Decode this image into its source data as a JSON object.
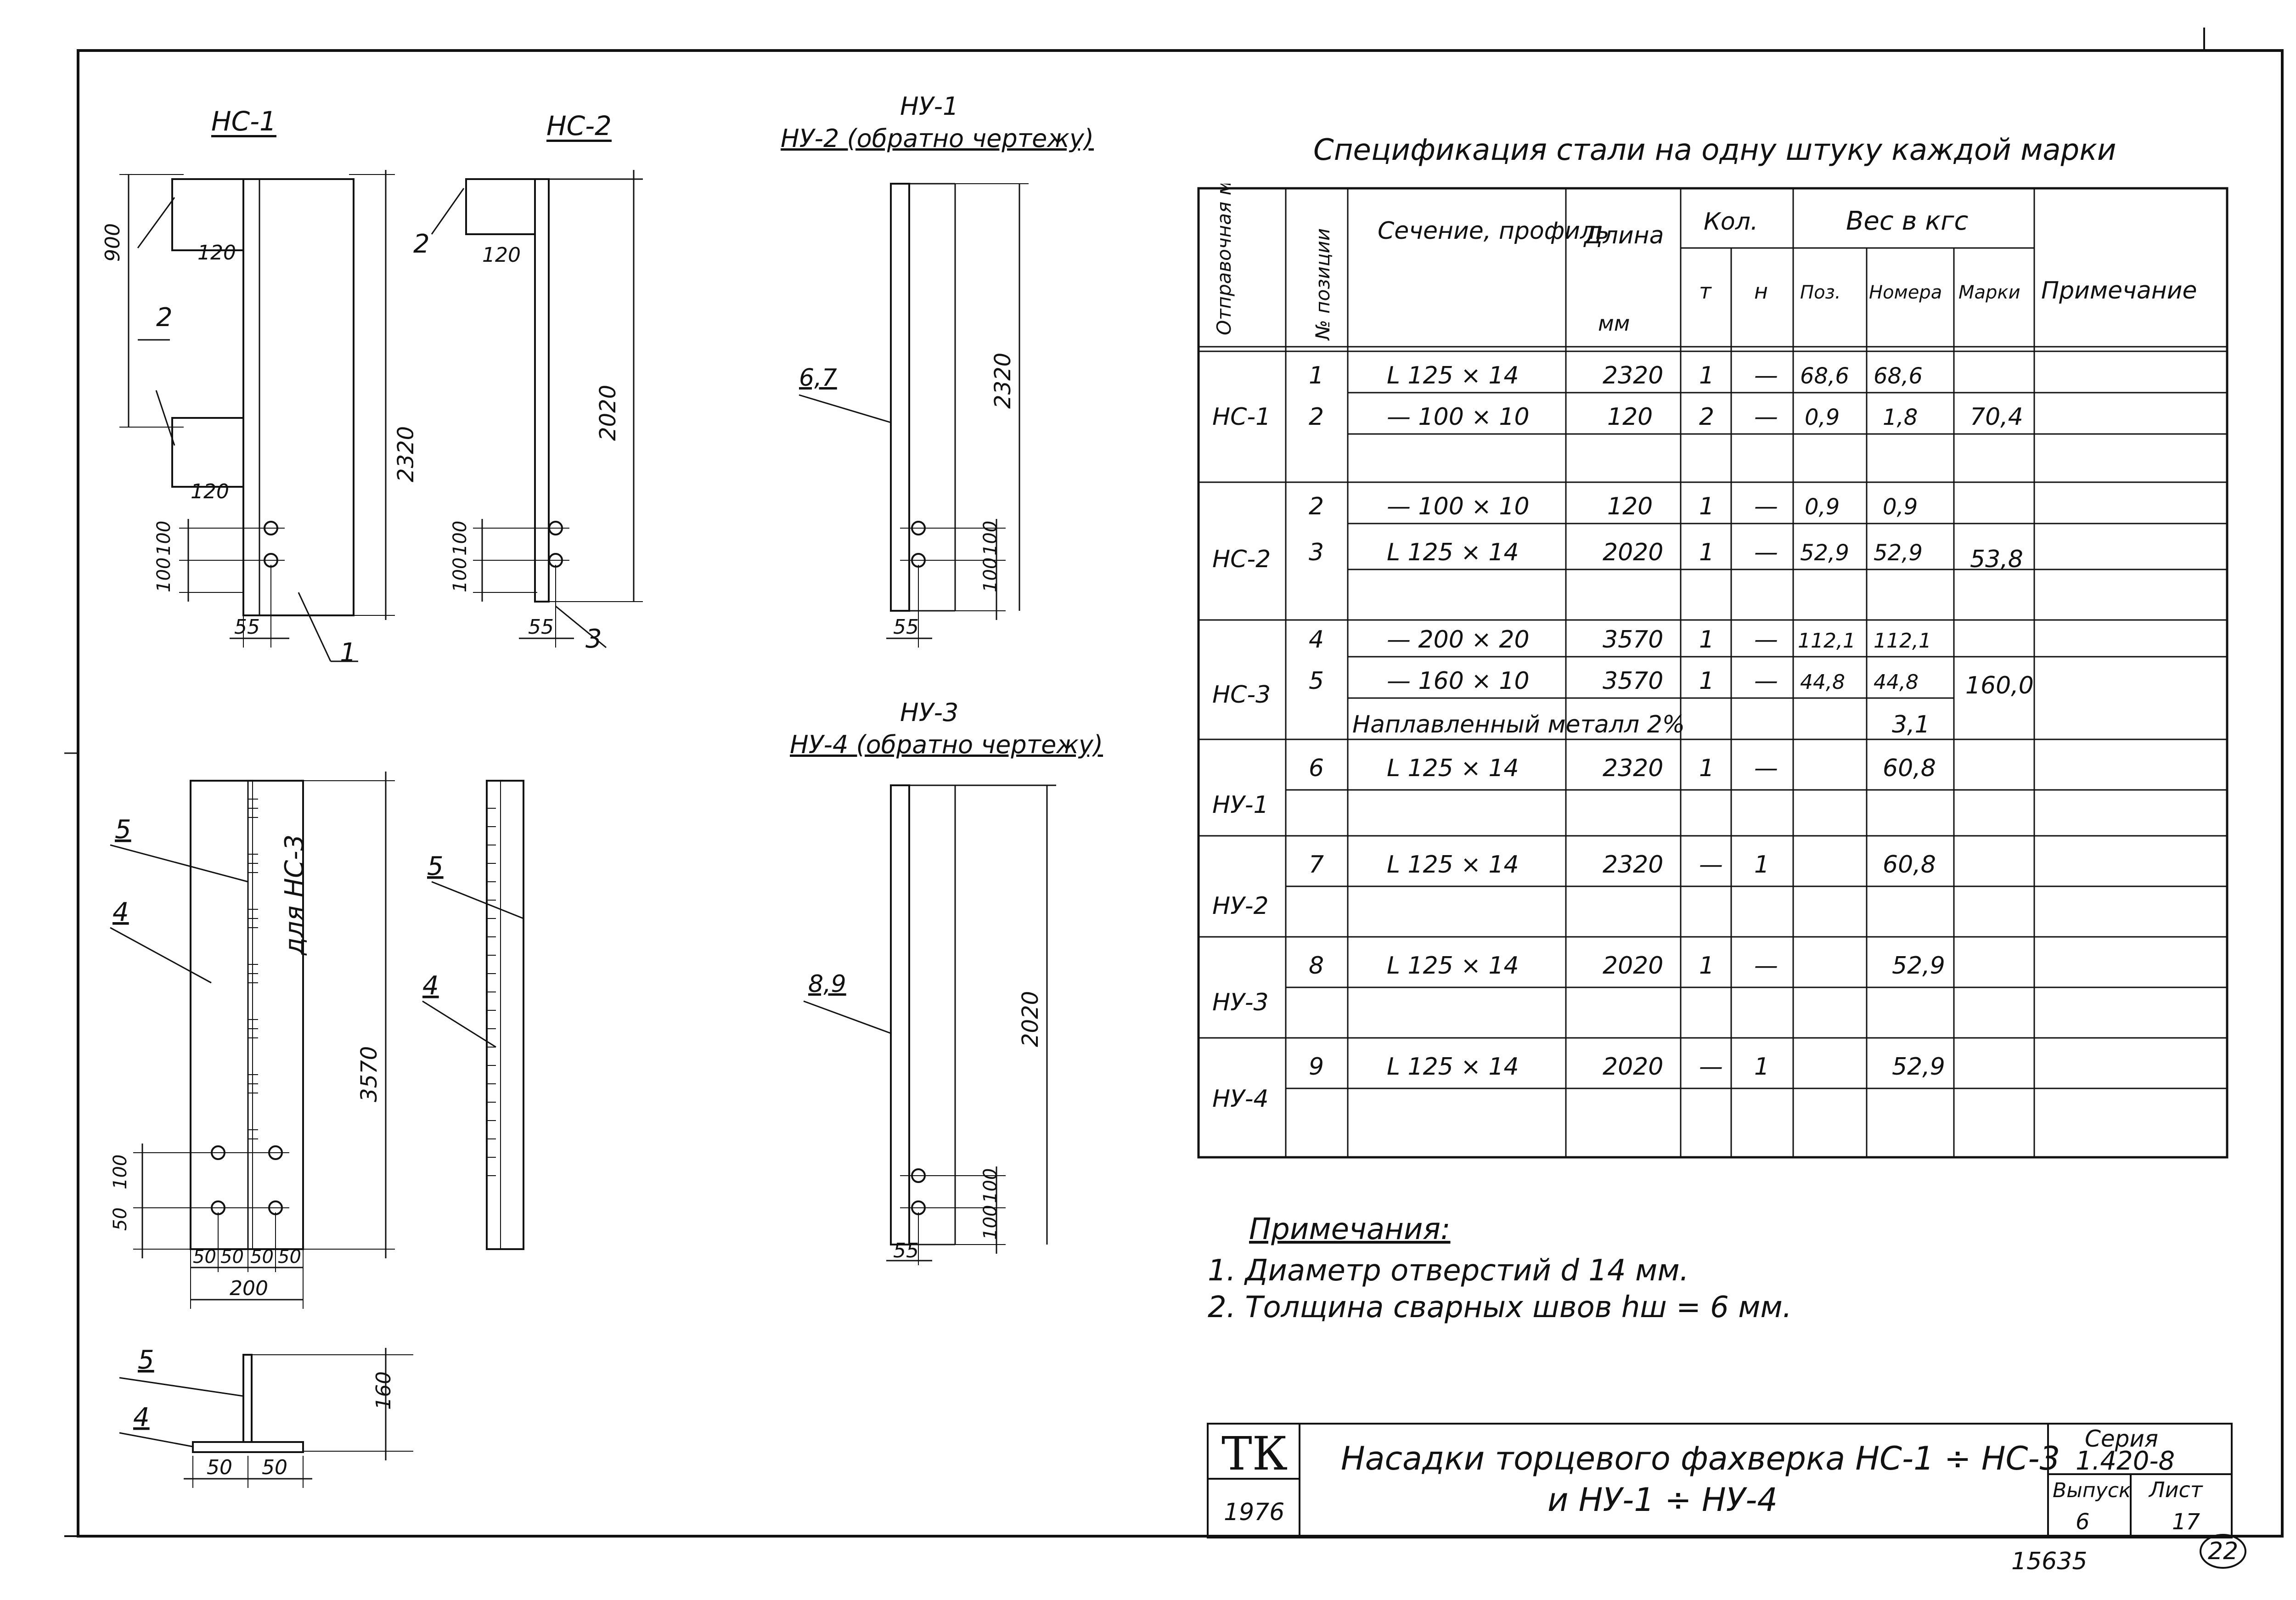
{
  "drawings": {
    "nc1": {
      "title": "НС-1",
      "dims": [
        "900",
        "120",
        "120",
        "2320",
        "100",
        "100",
        "55"
      ],
      "callouts": [
        "2",
        "1"
      ]
    },
    "nc2": {
      "title": "НС-2",
      "dims": [
        "120",
        "2020",
        "100",
        "100",
        "55"
      ],
      "callouts": [
        "2",
        "3"
      ]
    },
    "ny12": {
      "title": "НУ-1",
      "subtitle": "НУ-2 (обратно чертежу)",
      "dims": [
        "2320",
        "100",
        "100",
        "55"
      ],
      "callout": "6,7"
    },
    "ny34": {
      "title": "НУ-3",
      "subtitle": "НУ-4 (обратно чертежу)",
      "dims": [
        "2020",
        "100",
        "100",
        "55"
      ],
      "callout": "8,9"
    },
    "nc3": {
      "dims": [
        "3570",
        "100",
        "50",
        "50",
        "50",
        "50",
        "50",
        "200"
      ],
      "side_label": "для НС-3",
      "callouts": [
        "5",
        "4",
        "5",
        "4"
      ]
    },
    "section": {
      "dims": [
        "160",
        "50",
        "50"
      ],
      "callouts": [
        "5",
        "4"
      ]
    }
  },
  "spec": {
    "title": "Спецификация стали на одну штуку каждой марки",
    "headers": {
      "mark": "Отправочная марка",
      "pos": "№ позиции",
      "section": "Сечение, профиль",
      "length": "Длина",
      "length_unit": "мм",
      "qty": "Кол.",
      "qty_t": "т",
      "qty_n": "н",
      "weight": "Вес в кгс",
      "w_pos": "Поз.",
      "w_nom": "Номера",
      "w_mark": "Марки",
      "note": "Примечание"
    },
    "rows": [
      {
        "pos": "1",
        "section": "L 125 × 14",
        "length": "2320",
        "t": "1",
        "n": "—",
        "wp": "68,6",
        "wn": "68,6"
      },
      {
        "pos": "2",
        "section": "— 100 × 10",
        "length": "120",
        "t": "2",
        "n": "—",
        "wp": "0,9",
        "wn": "1,8"
      },
      {
        "pos": "2",
        "section": "— 100 × 10",
        "length": "120",
        "t": "1",
        "n": "—",
        "wp": "0,9",
        "wn": "0,9"
      },
      {
        "pos": "3",
        "section": "L 125 × 14",
        "length": "2020",
        "t": "1",
        "n": "—",
        "wp": "52,9",
        "wn": "52,9"
      },
      {
        "pos": "4",
        "section": "— 200 × 20",
        "length": "3570",
        "t": "1",
        "n": "—",
        "wp": "112,1",
        "wn": "112,1"
      },
      {
        "pos": "5",
        "section": "— 160 × 10",
        "length": "3570",
        "t": "1",
        "n": "—",
        "wp": "44,8",
        "wn": "44,8"
      },
      {
        "pos": "6",
        "section": "L 125 × 14",
        "length": "2320",
        "t": "1",
        "n": "—",
        "w": "60,8"
      },
      {
        "pos": "7",
        "section": "L 125 × 14",
        "length": "2320",
        "t": "—",
        "n": "1",
        "w": "60,8"
      },
      {
        "pos": "8",
        "section": "L 125 × 14",
        "length": "2020",
        "t": "1",
        "n": "—",
        "w": "52,9"
      },
      {
        "pos": "9",
        "section": "L 125 × 14",
        "length": "2020",
        "t": "—",
        "n": "1",
        "w": "52,9"
      }
    ],
    "weld_text": "Наплавленный металл 2%",
    "weld_value": "3,1",
    "marks": [
      "НС-1",
      "НС-2",
      "НС-3",
      "НУ-1",
      "НУ-2",
      "НУ-3",
      "НУ-4"
    ],
    "mark_totals": [
      "70,4",
      "53,8",
      "160,0"
    ]
  },
  "notes": {
    "heading": "Примечания:",
    "items": [
      "1. Диаметр отверстий  d 14 мм.",
      "2. Толщина сварных швов  hш = 6 мм."
    ]
  },
  "stamp": {
    "logo": "ТК",
    "year": "1976",
    "title_1": "Насадки торцевого фахверка  НС-1 ÷ НС-3",
    "title_2": "и НУ-1 ÷ НУ-4",
    "series_label": "Серия",
    "series": "1.420-8",
    "issue_label": "Выпуск",
    "issue": "6",
    "sheet_label": "Лист",
    "sheet": "17"
  },
  "footer": {
    "number": "15635",
    "page": "22"
  }
}
